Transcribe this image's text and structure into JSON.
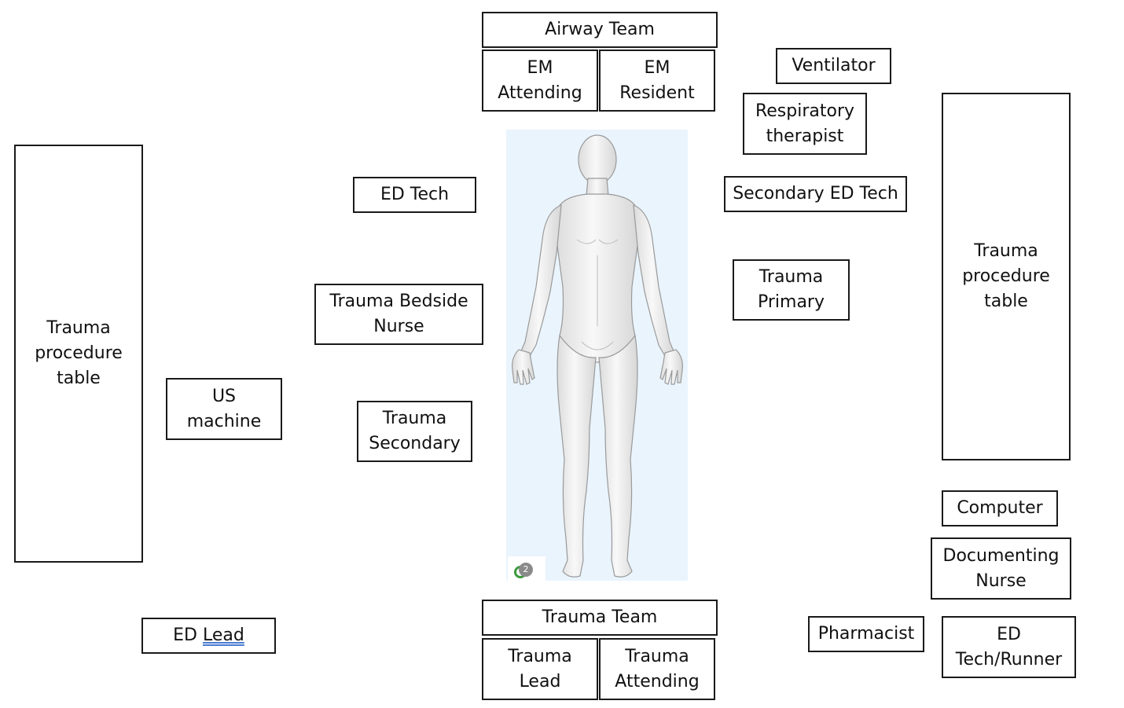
{
  "labels": {
    "airway_team": "Airway Team",
    "em_attending": "EM\nAttending",
    "em_resident": "EM\nResident",
    "ventilator": "Ventilator",
    "respiratory_therapist": "Respiratory\ntherapist",
    "trauma_procedure_table_left": "Trauma\nprocedure\ntable",
    "trauma_procedure_table_right": "Trauma\nprocedure\ntable",
    "ed_tech": "ED Tech",
    "secondary_ed_tech": "Secondary ED Tech",
    "trauma_bedside_nurse": "Trauma Bedside\nNurse",
    "trauma_primary": "Trauma\nPrimary",
    "us_machine": "US\nmachine",
    "trauma_secondary": "Trauma\nSecondary",
    "computer": "Computer",
    "documenting_nurse": "Documenting\nNurse",
    "ed_lead_prefix": "ED ",
    "ed_lead_word": "Lead",
    "trauma_team": "Trauma Team",
    "trauma_lead": "Trauma\nLead",
    "trauma_attending": "Trauma\nAttending",
    "pharmacist": "Pharmacist",
    "ed_tech_runner": "ED\nTech/Runner"
  },
  "badge": {
    "count": "2"
  },
  "colors": {
    "figure_background": "#eaf4fd",
    "body_fill": "#f4f4f4",
    "body_stroke": "#9a9a9a",
    "border": "#1a1a1a"
  }
}
